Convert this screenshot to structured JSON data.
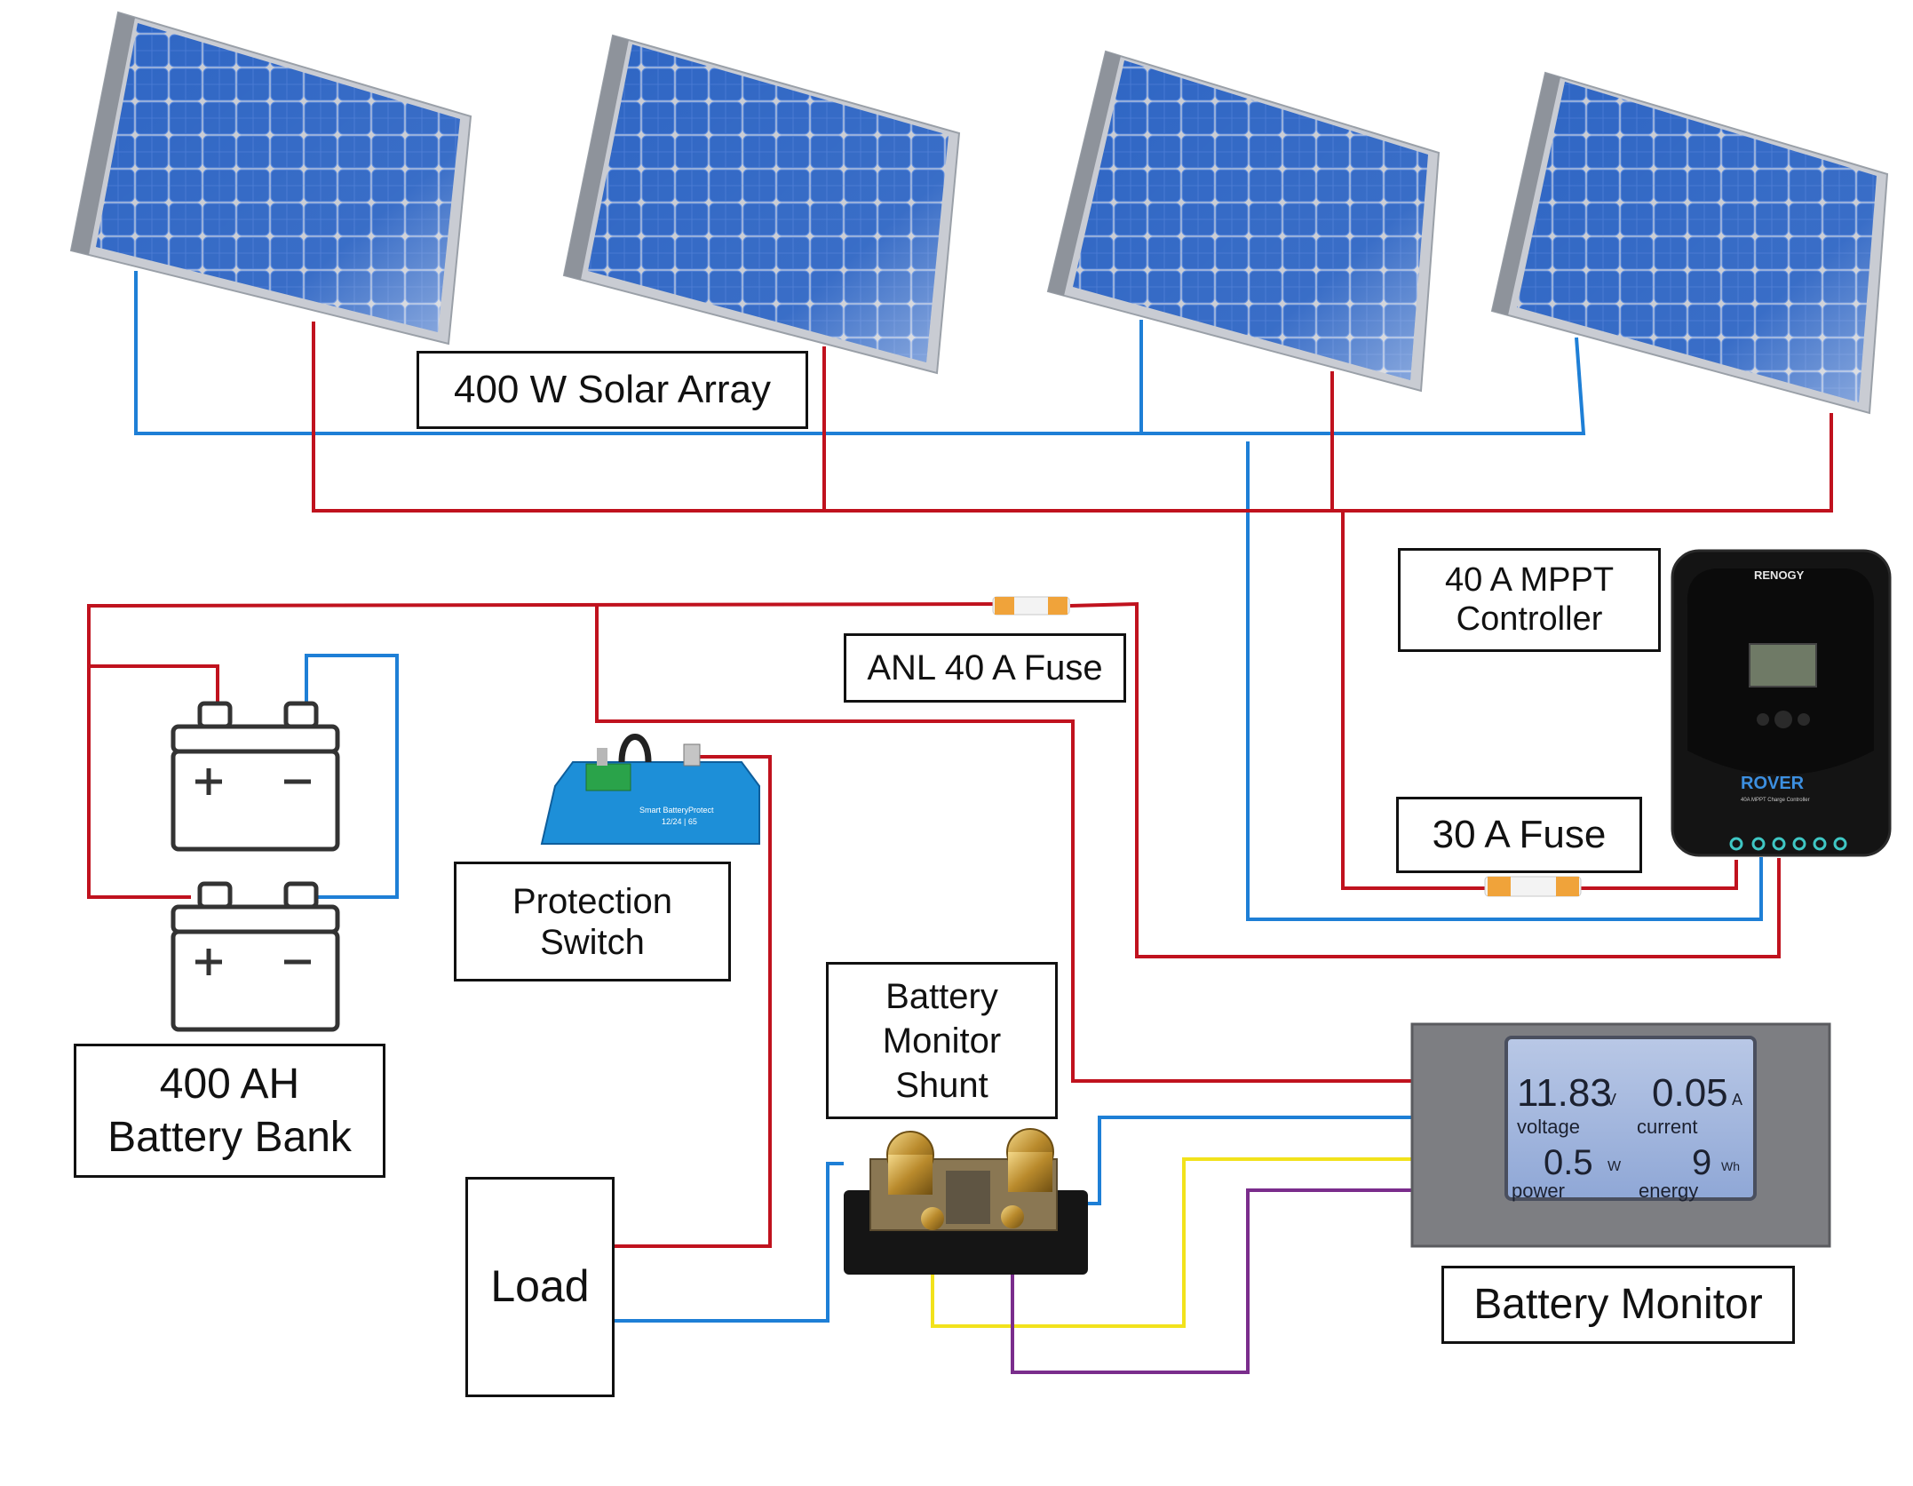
{
  "labels": {
    "solar_array": "400 W Solar Array",
    "mppt_line1": "40 A MPPT",
    "mppt_line2": "Controller",
    "anl_fuse": "ANL 40 A Fuse",
    "fuse_30": "30 A Fuse",
    "protection_line1": "Protection",
    "protection_line2": "Switch",
    "shunt_line1": "Battery",
    "shunt_line2": "Monitor",
    "shunt_line3": "Shunt",
    "battery_line1": "400 AH",
    "battery_line2": "Battery Bank",
    "load": "Load",
    "battery_monitor": "Battery Monitor"
  },
  "controller": {
    "brand": "RENOGY",
    "model": "ROVER",
    "subtitle": "40A MPPT Charge Controller"
  },
  "protect_device": {
    "name": "Smart BatteryProtect",
    "spec": "12/24 | 65"
  },
  "monitor_display": {
    "voltage_value": "11.83",
    "voltage_unit": "V",
    "voltage_label": "voltage",
    "current_value": "0.05",
    "current_unit": "A",
    "current_label": "current",
    "power_value": "0.5",
    "power_unit": "W",
    "power_label": "power",
    "energy_value": "9",
    "energy_unit": "Wh",
    "energy_label": "energy"
  },
  "wire_colors": {
    "positive": "#c0121e",
    "negative": "#1e7fd6",
    "sense_yellow": "#f2e21b",
    "sense_purple": "#7a2d8c"
  }
}
